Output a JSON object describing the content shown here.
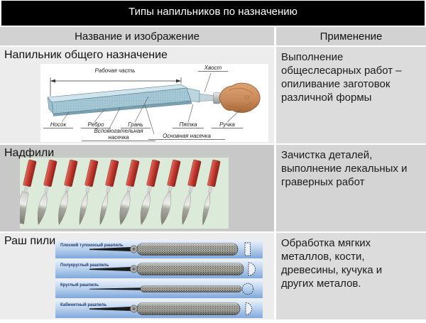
{
  "title": "Типы напильников по назначению",
  "header": {
    "name_image": "Название и изображение",
    "application": "Применение"
  },
  "rows": [
    {
      "name": "Напильник общего назначение",
      "application": "Выполнение общеслесарных работ – опиливание заготовок различной формы"
    },
    {
      "name": "Надфили",
      "application": "Зачистка деталей, выполнение лекальных и граверных работ"
    },
    {
      "name": "Раш пили",
      "application": "Обработка мягких металлов, кости, древесины, кучука и других металов."
    }
  ],
  "file_diagram": {
    "working_part": "Рабочая часть",
    "tang": "Хвост",
    "toe": "Носок",
    "edge": "Ребро",
    "face": "Грань",
    "heel": "Пятка",
    "handle": "Ручка",
    "auxiliary_cut_line1": "Вспомогательная",
    "auxiliary_cut_line2": "насечка",
    "main_cut": "Основная насечка"
  },
  "rasp_labels": [
    "Плоский тупоносый рашпиль",
    "Полукруглый рашпиль",
    "Круглый рашпиль",
    "Кабинетный рашпиль"
  ],
  "colors": {
    "title_bg": "#000000",
    "title_text": "#ffffff",
    "header_bg": "#d2d2d2",
    "row_light_bg": "#ececec",
    "row_dark_bg": "#c8c8c8",
    "application_cell_bg": "#dcdcdc",
    "needle_handle_red": "#c0392f",
    "needle_image_bg_green": "#dcead9",
    "rasp_strip_blue": "#7fa8dc",
    "file_blade_blue": "#aed0dd",
    "file_handle_wood": "#c98a5b"
  }
}
